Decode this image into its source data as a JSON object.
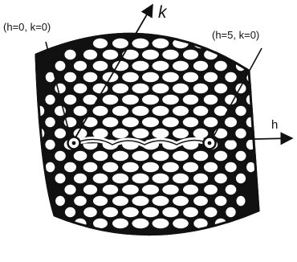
{
  "labels": {
    "origin": "(h=0, k=0)",
    "target": "(h=5, k=0)",
    "axis_h": "h",
    "axis_k": "k"
  },
  "colors": {
    "ink": "#111111",
    "paper": "#ffffff"
  }
}
